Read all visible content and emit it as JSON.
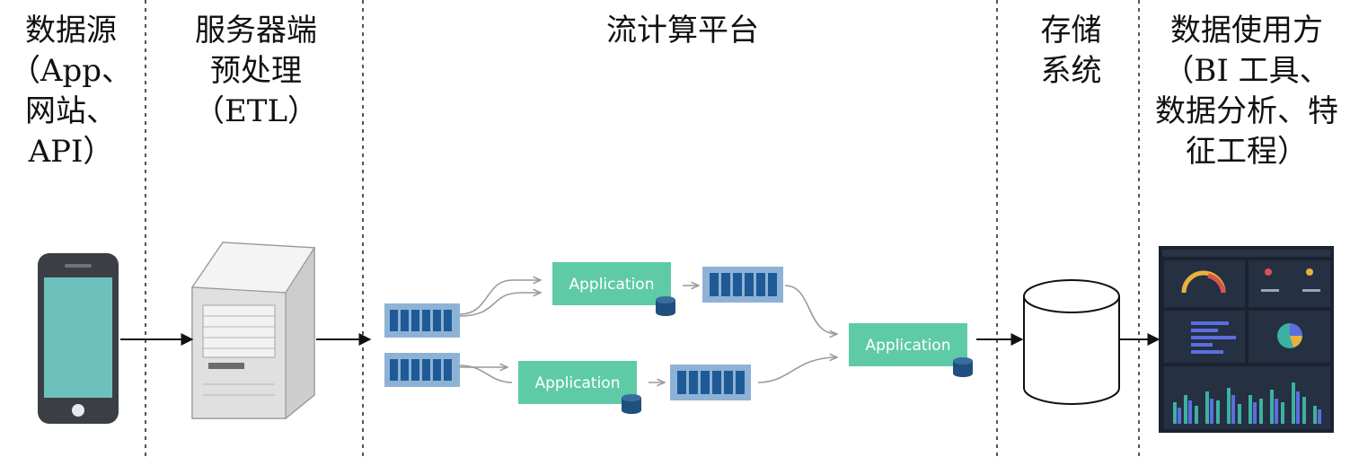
{
  "stages": [
    {
      "id": "source",
      "label": "数据源\n（App、\n网站、\nAPI）"
    },
    {
      "id": "etl",
      "label": "服务器端\n预处理\n（ETL）"
    },
    {
      "id": "stream",
      "label": "流计算平台"
    },
    {
      "id": "storage",
      "label": "存储\n系统"
    },
    {
      "id": "consumer",
      "label": "数据使用方\n（BI 工具、\n数据分析、特\n征工程）"
    }
  ],
  "applications": [
    {
      "id": "app-top",
      "label": "Application"
    },
    {
      "id": "app-bottom",
      "label": "Application"
    },
    {
      "id": "app-merge",
      "label": "Application"
    }
  ],
  "colors": {
    "app_box": "#5fcba6",
    "queue_frame": "#8eb2d6",
    "queue_cell": "#1e5a96",
    "db_badge": "#1f4f7f",
    "phone_body": "#3b3f45",
    "phone_screen": "#6cc1bd",
    "divider": "#555555",
    "arrow": "#111111",
    "thin_arrow": "#9a9a9a"
  }
}
